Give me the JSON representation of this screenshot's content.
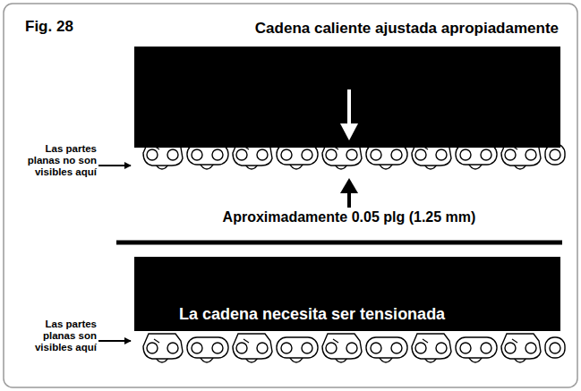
{
  "diagram": {
    "title": "Fig. 28",
    "nodes": [
      {
        "text": [
          "Cadena caliente ajustada apropiadamente"
        ]
      },
      {
        "text": [
          "La cadena necesita ser tensionada"
        ]
      }
    ],
    "labels": [
      "Las partes planas no son visibles aquí",
      "Aproximadamente 0.05 plg (1.25 mm)",
      "Las partes planas son visibles aquí"
    ]
  }
}
